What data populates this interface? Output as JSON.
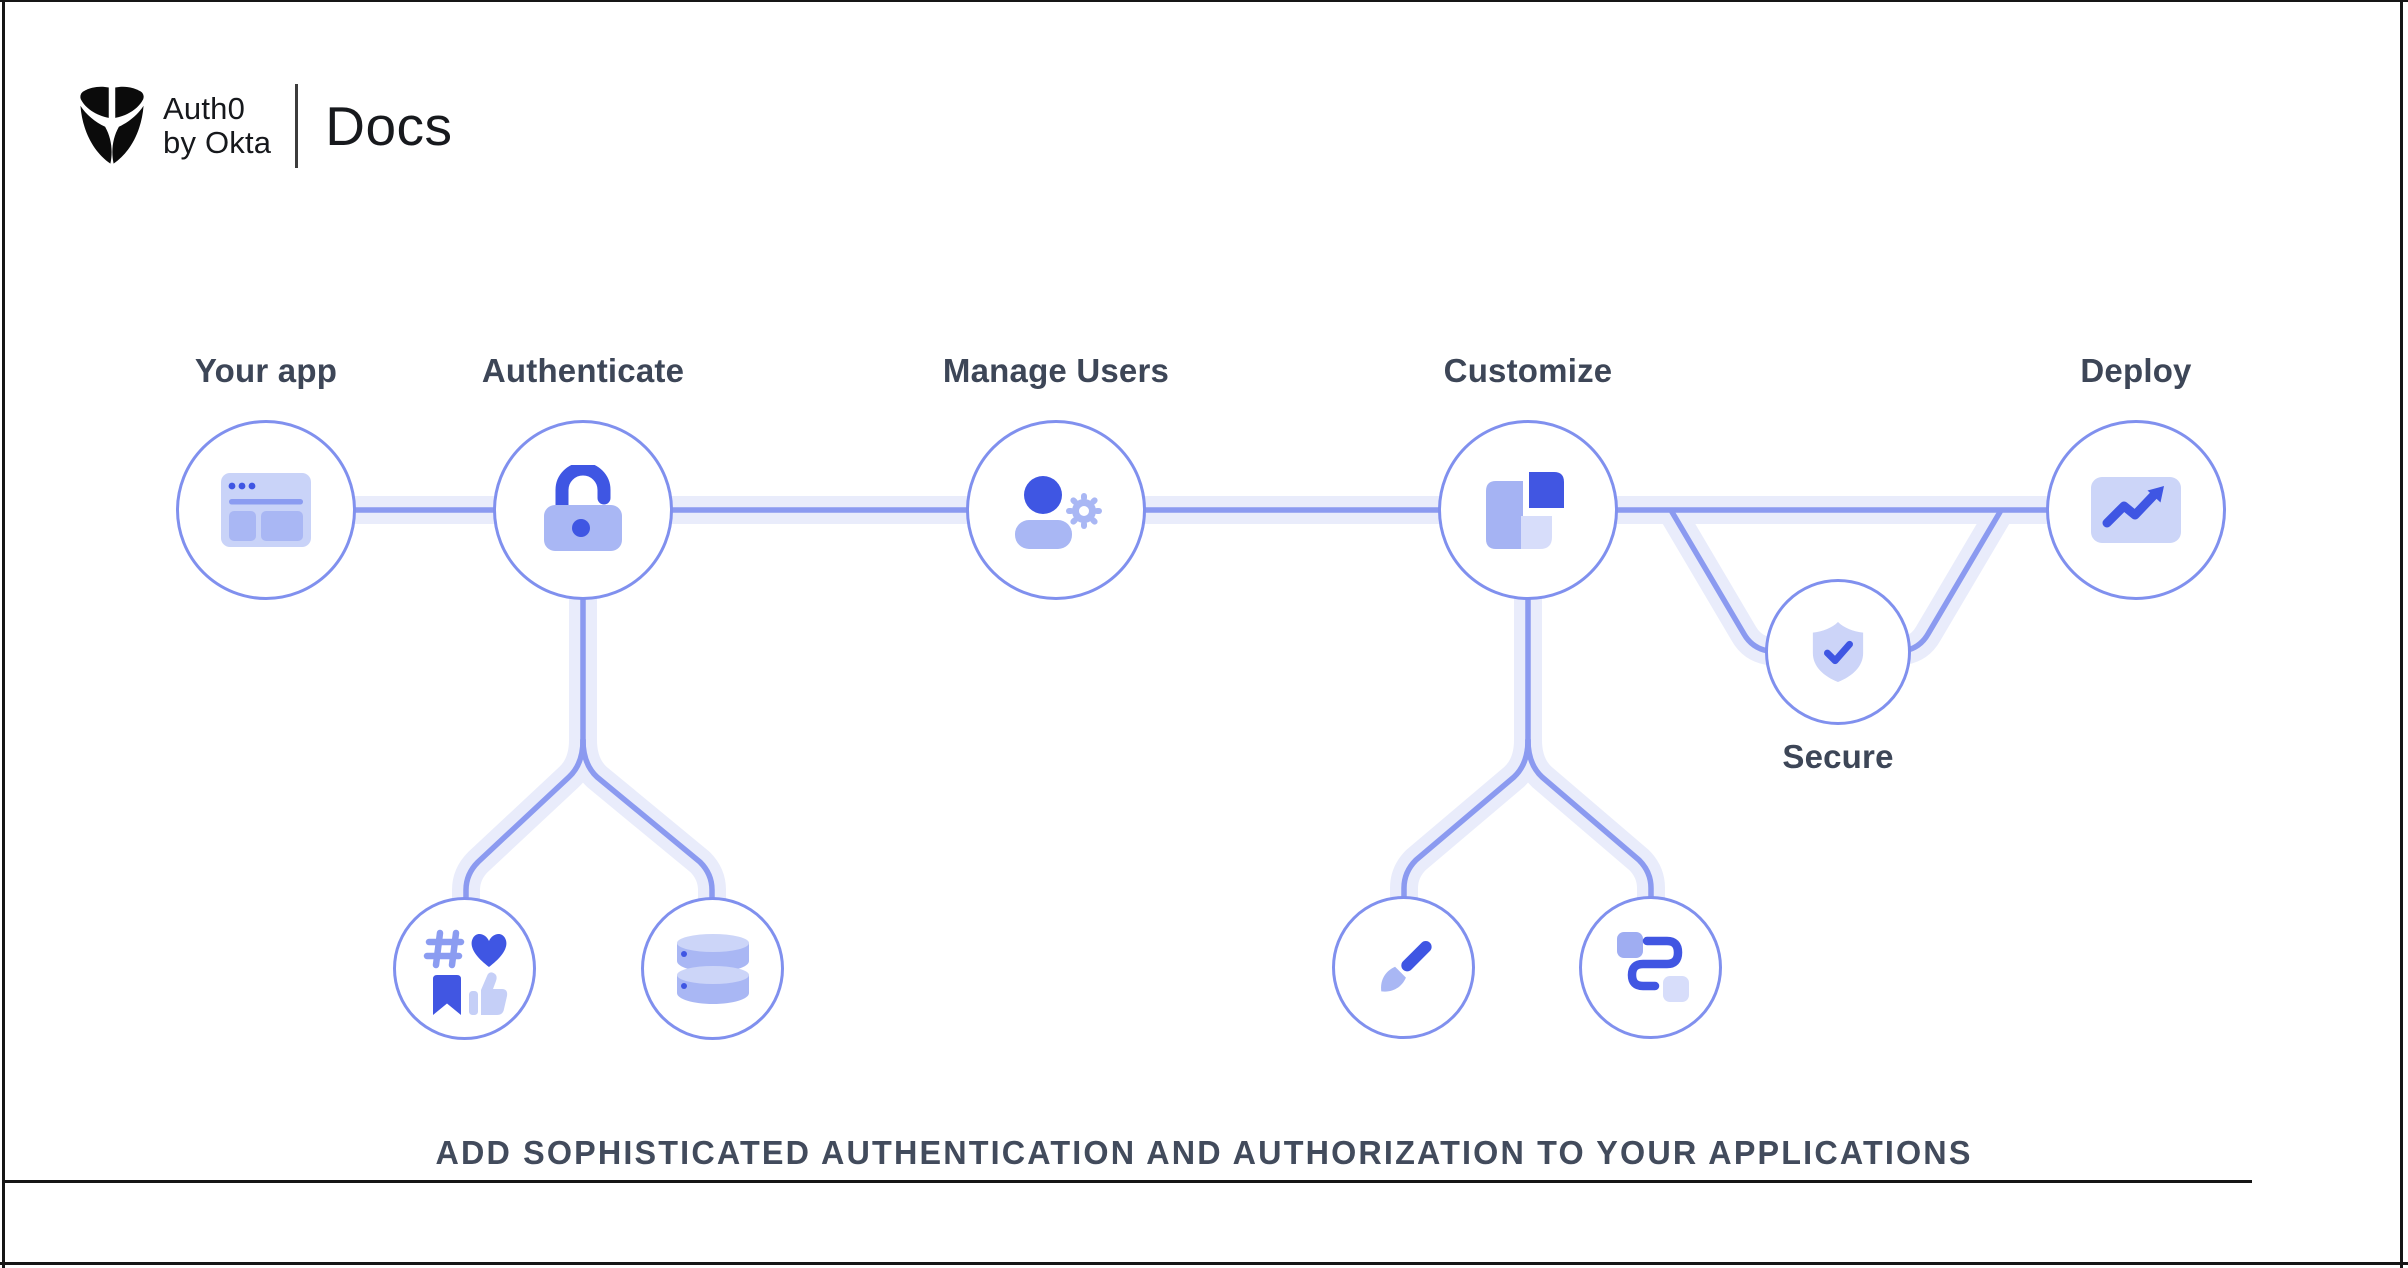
{
  "header": {
    "logo": {
      "brand": "Auth0",
      "sub_brand": "by Okta",
      "product": "Docs"
    }
  },
  "diagram": {
    "labels": {
      "your_app": "Your app",
      "authenticate": "Authenticate",
      "manage_users": "Manage Users",
      "customize": "Customize",
      "deploy": "Deploy",
      "secure": "Secure"
    },
    "icons": {
      "logo": "auth0-shield-logo-icon",
      "your_app": "browser-window-icon",
      "authenticate": "unlock-icon",
      "manage_users": "user-gear-icon",
      "customize": "layout-blocks-icon",
      "deploy": "trend-up-arrow-icon",
      "secure": "shield-check-icon",
      "authenticate_sub_left": "social-engagement-icon",
      "authenticate_sub_right": "database-icon",
      "customize_sub_left": "paintbrush-icon",
      "customize_sub_right": "workflow-icon"
    }
  },
  "tagline": "ADD SOPHISTICATED AUTHENTICATION AND AUTHORIZATION TO YOUR APPLICATIONS",
  "colors": {
    "accent_dark": "#3f56e3",
    "accent_medium": "#a9b7f4",
    "accent_light": "#ccd5f8",
    "accent_faint": "#dde2fb",
    "connector_line": "#8b9af0",
    "connector_halo": "#e9ecfb",
    "circle_border": "#8090ee",
    "label_text": "#3d4657",
    "logo_black": "#0b0b0b"
  }
}
